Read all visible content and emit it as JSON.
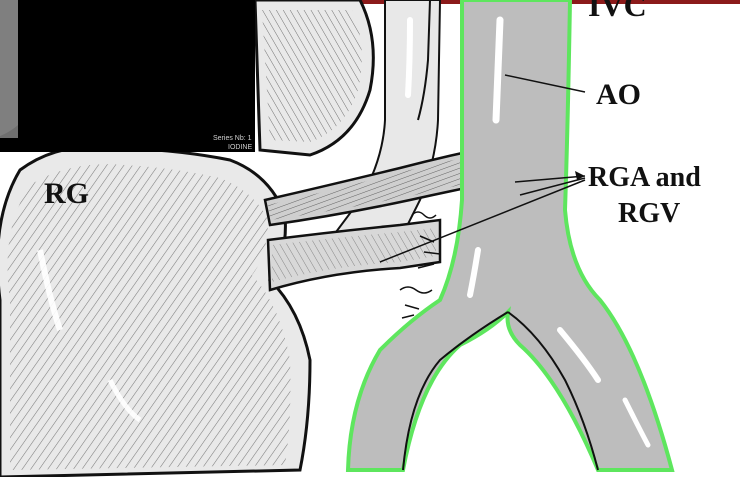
{
  "labels": {
    "ivc": "IVC",
    "ao": "AO",
    "rg": "RG",
    "rga_line1": "RGA and",
    "rga_line2": "RGV"
  },
  "inset": {
    "series": "Series Nb: 1",
    "contrast": "IODINE"
  },
  "colors": {
    "vessel_outline": "#5ee65e",
    "vessel_fill": "#b9b9b9",
    "organ_fill": "#e6e6e6",
    "top_bar": "#8b1a1a"
  }
}
